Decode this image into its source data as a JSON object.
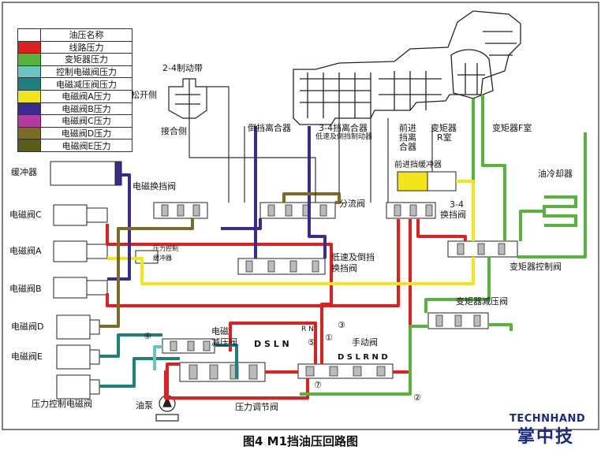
{
  "legend": {
    "header": "油压名称",
    "items": [
      {
        "label": "线路压力",
        "color": "#e02020"
      },
      {
        "label": "变矩器压力",
        "color": "#56b33c"
      },
      {
        "label": "控制电磁阀压力",
        "color": "#6cc3c3"
      },
      {
        "label": "电磁减压阀压力",
        "color": "#1f7f7f"
      },
      {
        "label": "电磁阀A压力",
        "color": "#f2e51b"
      },
      {
        "label": "电磁阀B压力",
        "color": "#3a2b8f"
      },
      {
        "label": "电磁阀C压力",
        "color": "#b43aa0"
      },
      {
        "label": "电磁阀D压力",
        "color": "#7a6b28"
      },
      {
        "label": "电磁阀E压力",
        "color": "#5c5c1a"
      }
    ]
  },
  "labels": {
    "band_24": "2-4制动带",
    "release_side": "松开侧",
    "apply_side": "接合侧",
    "reverse_clutch": "倒挡离合器",
    "clutch_34": "3-4挡离合器",
    "low_rev_brake": "低速及倒挡制动器",
    "forward_clutch_1": "前进",
    "forward_clutch_2": "挡离",
    "forward_clutch_3": "合器",
    "tc_r_room_1": "变矩器",
    "tc_r_room_2": "R室",
    "tc_f_room": "变矩器F室",
    "accumulator": "缓冲器",
    "solenoid_shift_valve": "电磁换挡阀",
    "forward_accumulator": "前进挡缓冲器",
    "diverter_valve": "分流阀",
    "shift_valve_34_1": "3-4",
    "shift_valve_34_2": "换挡阀",
    "oil_cooler": "油冷却器",
    "solenoid_c": "电磁阀C",
    "solenoid_a": "电磁阀A",
    "solenoid_b": "电磁阀B",
    "solenoid_d": "电磁阀D",
    "solenoid_e": "电磁阀E",
    "pc_accumulator_1": "压力控制",
    "pc_accumulator_2": "缓冲器",
    "low_rev_shift_1": "低速及倒挡",
    "low_rev_shift_2": "换挡阀",
    "tc_control_valve": "变矩器控制阀",
    "tc_reducing_valve": "变矩器减压阀",
    "solenoid_reducing_1": "电磁",
    "solenoid_reducing_2": "减压阀",
    "manual_valve": "手动阀",
    "dsln": "D S L N",
    "dslrnd": "D S L R N D",
    "rn": "R N",
    "pc_solenoid": "压力控制电磁阀",
    "pump": "油泵",
    "pressure_regulator": "压力调节阀",
    "n1": "①",
    "n2": "②",
    "n3": "③",
    "n4": "④",
    "n5": "⑤",
    "n7": "⑦"
  },
  "caption": "图4 M1挡油压回路图",
  "brand": {
    "en": "TECHNHAND",
    "cn": "掌中技"
  }
}
